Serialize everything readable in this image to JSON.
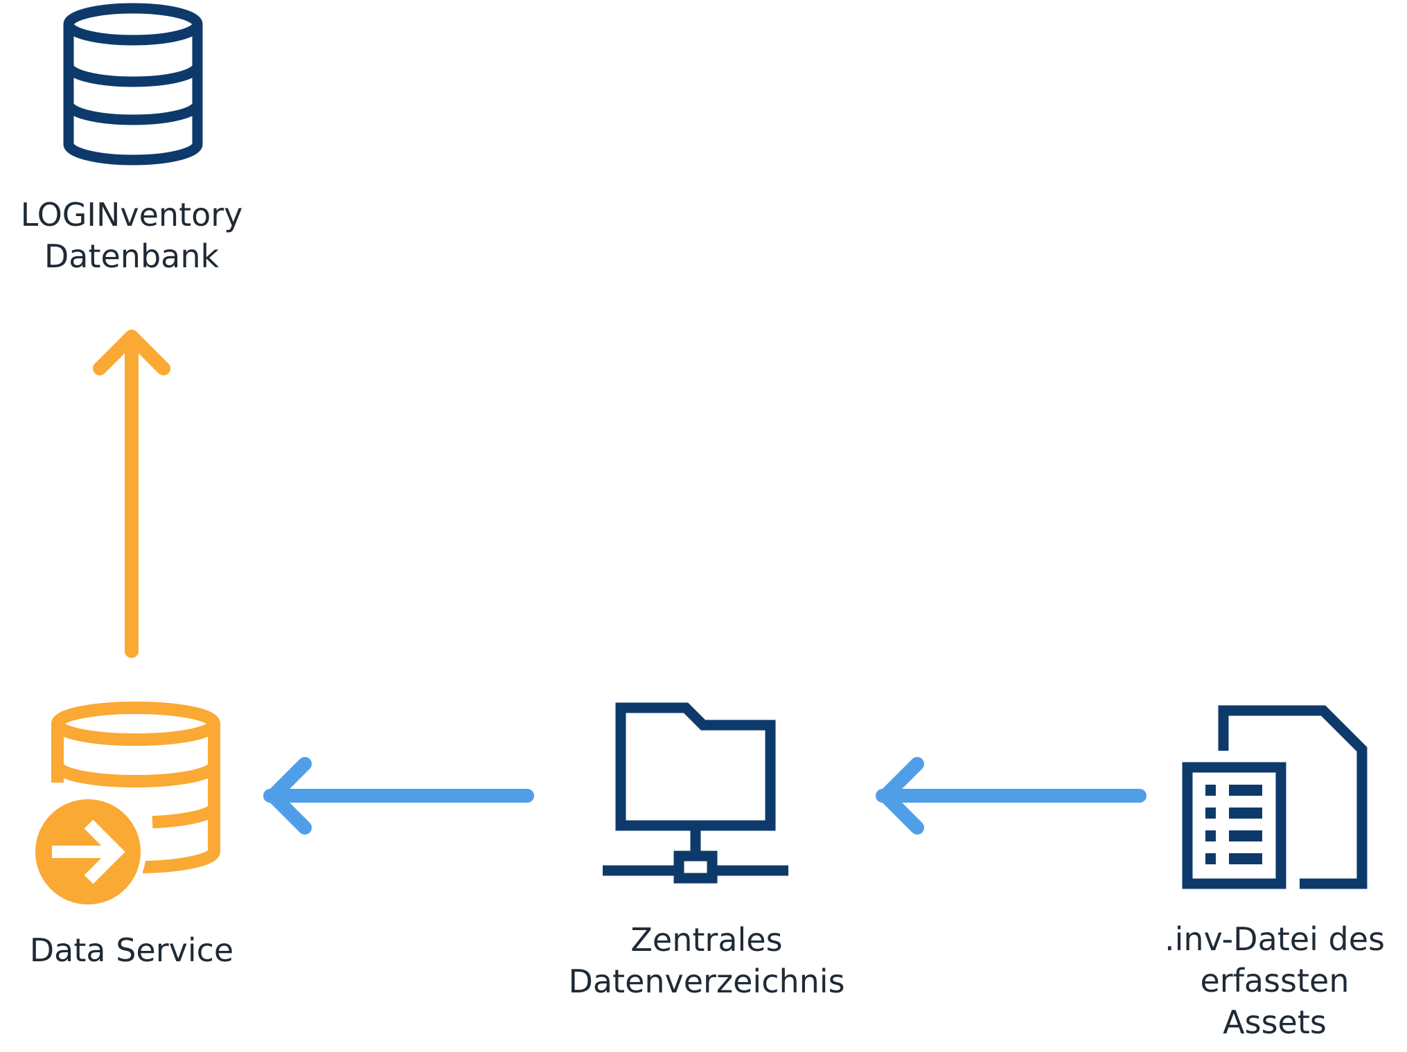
{
  "colors": {
    "navy": "#0d3a6b",
    "orange": "#f9a934",
    "blue": "#509ee8",
    "text": "#1f2a36"
  },
  "nodes": {
    "database": {
      "icon": "database-icon",
      "label_lines": [
        "LOGINventory",
        "Datenbank"
      ]
    },
    "data_service": {
      "icon": "data-service-icon",
      "label_lines": [
        "Data Service"
      ]
    },
    "central_dir": {
      "icon": "network-folder-icon",
      "label_lines": [
        "Zentrales",
        "Datenverzeichnis"
      ]
    },
    "inv_file": {
      "icon": "inv-file-icon",
      "label_lines": [
        ".inv-Datei des",
        "erfassten",
        "Assets"
      ]
    }
  },
  "edges": [
    {
      "from": "inv_file",
      "to": "central_dir",
      "color": "blue"
    },
    {
      "from": "central_dir",
      "to": "data_service",
      "color": "blue"
    },
    {
      "from": "data_service",
      "to": "database",
      "color": "orange"
    }
  ]
}
